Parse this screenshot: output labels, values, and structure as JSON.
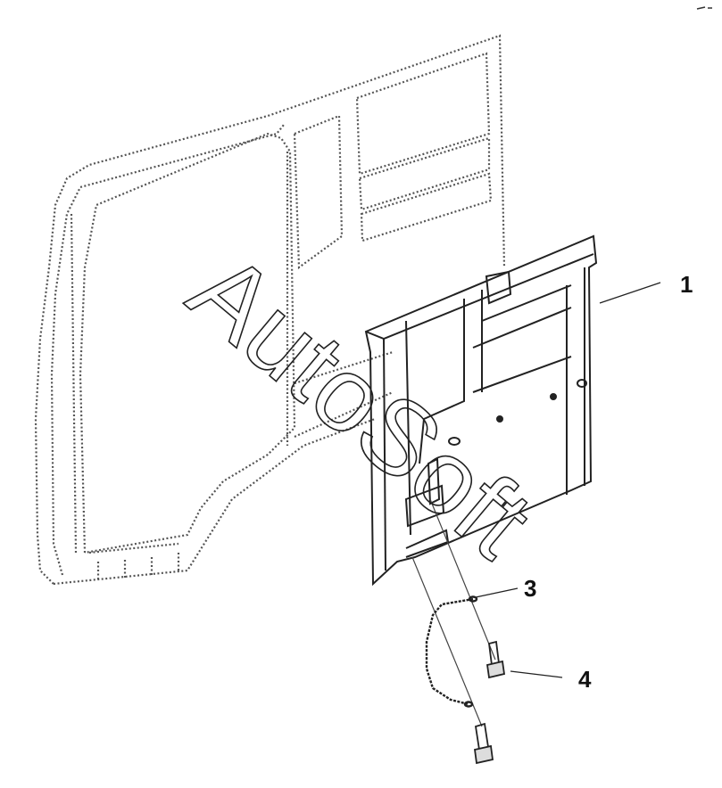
{
  "callouts": [
    {
      "label": "1"
    },
    {
      "label": "3"
    },
    {
      "label": "4"
    }
  ],
  "watermark": {
    "text": "AutoSoft"
  },
  "colors": {
    "line": "#222222",
    "dotted_panel": "#555555",
    "background": "#ffffff"
  }
}
